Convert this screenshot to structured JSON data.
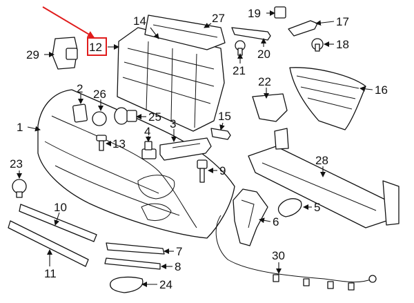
{
  "diagram": {
    "highlighted_callout": "12",
    "highlight_color": "#e01b1b",
    "callouts": [
      {
        "id": "c1",
        "text": "1"
      },
      {
        "id": "c2",
        "text": "2"
      },
      {
        "id": "c3",
        "text": "3"
      },
      {
        "id": "c4",
        "text": "4"
      },
      {
        "id": "c5",
        "text": "5"
      },
      {
        "id": "c6",
        "text": "6"
      },
      {
        "id": "c7",
        "text": "7"
      },
      {
        "id": "c8",
        "text": "8"
      },
      {
        "id": "c9",
        "text": "9"
      },
      {
        "id": "c10",
        "text": "10"
      },
      {
        "id": "c11",
        "text": "11"
      },
      {
        "id": "c12",
        "text": "12"
      },
      {
        "id": "c13",
        "text": "13"
      },
      {
        "id": "c14",
        "text": "14"
      },
      {
        "id": "c15",
        "text": "15"
      },
      {
        "id": "c16",
        "text": "16"
      },
      {
        "id": "c17",
        "text": "17"
      },
      {
        "id": "c18",
        "text": "18"
      },
      {
        "id": "c19",
        "text": "19"
      },
      {
        "id": "c20",
        "text": "20"
      },
      {
        "id": "c21",
        "text": "21"
      },
      {
        "id": "c22",
        "text": "22"
      },
      {
        "id": "c23",
        "text": "23"
      },
      {
        "id": "c24",
        "text": "24"
      },
      {
        "id": "c25",
        "text": "25"
      },
      {
        "id": "c26",
        "text": "26"
      },
      {
        "id": "c27",
        "text": "27"
      },
      {
        "id": "c28",
        "text": "28"
      },
      {
        "id": "c29",
        "text": "29"
      },
      {
        "id": "c30",
        "text": "30"
      }
    ]
  }
}
